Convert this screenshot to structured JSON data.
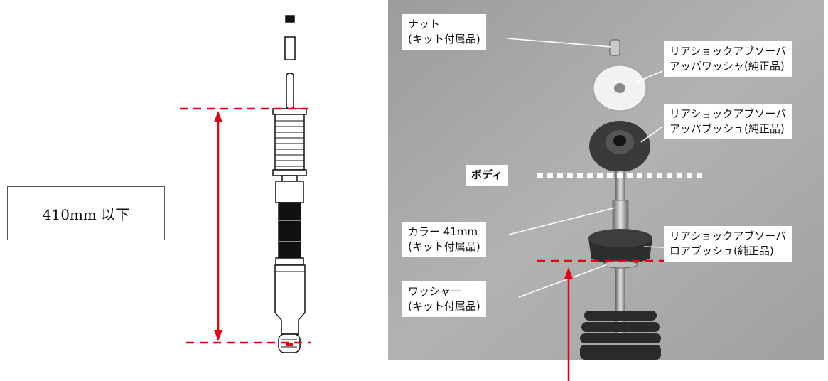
{
  "dimension": {
    "value_text": "410mm 以下",
    "line_color": "#e60012"
  },
  "labels": {
    "nut": {
      "line1": "ナット",
      "line2": "(キット付属品)"
    },
    "upper_washer": {
      "line1": "リアショックアブソーバ",
      "line2": "アッパワッシャ(純正品)"
    },
    "upper_bush": {
      "line1": "リアショックアブソーバ",
      "line2": "アッパブッシュ(純正品)"
    },
    "body": {
      "line1": "ボディ"
    },
    "collar": {
      "line1": "カラー 41mm",
      "line2": "(キット付属品)"
    },
    "lower_bush": {
      "line1": "リアショックアブソーバ",
      "line2": "ロアブッシュ(純正品)"
    },
    "washer": {
      "line1": "ワッシャー",
      "line2": "(キット付属品)"
    }
  }
}
